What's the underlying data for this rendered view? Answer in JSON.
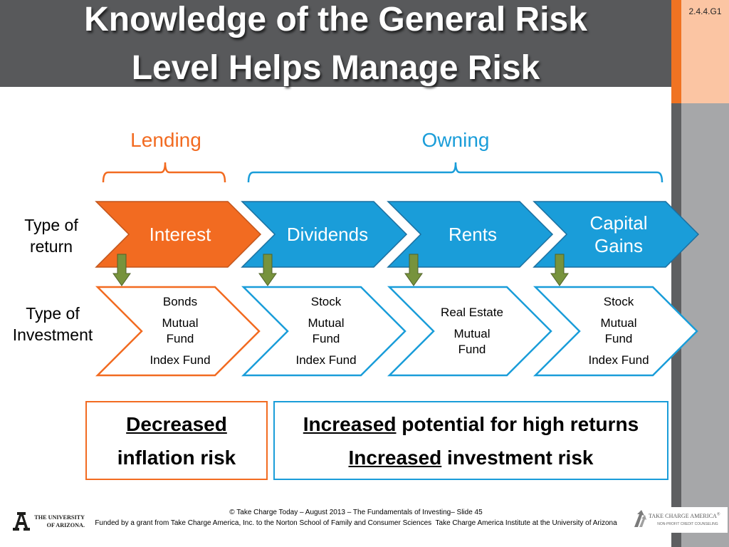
{
  "slide": {
    "code": "2.4.4.G1",
    "title_lines": [
      "Knowledge of the General Risk",
      "Level Helps Manage Risk"
    ]
  },
  "groups": {
    "lending": "Lending",
    "owning": "Owning"
  },
  "row_labels": {
    "return": "Type of return",
    "investment": "Type of Investment"
  },
  "returns": [
    "Interest",
    "Dividends",
    "Rents",
    "Capital Gains"
  ],
  "investments": [
    [
      "Bonds",
      "Mutual Fund",
      "Index Fund"
    ],
    [
      "Stock",
      "Mutual Fund",
      "Index Fund"
    ],
    [
      "Real Estate",
      "Mutual Fund"
    ],
    [
      "Stock",
      "Mutual Fund",
      "Index Fund"
    ]
  ],
  "outcomes": {
    "lending": {
      "line1_underlined": "Decreased",
      "line2": "inflation risk"
    },
    "owning": {
      "line1_underlined": "Increased",
      "line1_rest": " potential for high returns",
      "line2_underlined": "Increased",
      "line2_rest": " investment risk"
    }
  },
  "footer": {
    "copyright": "© Take Charge Today – August 2013 – The Fundamentals of Investing– Slide 45",
    "funding": "Funded by a grant from Take Charge America, Inc. to the Norton School of Family and Consumer Sciences  Take Charge America Institute at the University of Arizona"
  },
  "logos": {
    "university": {
      "line1": "THE UNIVERSITY",
      "line2": "OF ARIZONA."
    },
    "take_charge_america": {
      "name": "TAKE CHARGE AMERICA",
      "mark": "®",
      "tagline": "NON-PROFIT CREDIT COUNSELING"
    }
  },
  "icons": {
    "connector": "down-arrow-icon",
    "university_logo": "block-a-icon",
    "tca_logo": "take-charge-america-icon"
  },
  "colors": {
    "header": "#58595b",
    "lending_orange": "#f26b21",
    "owning_blue": "#1a9dd9",
    "arrow_green": "#77933c",
    "accent_peach": "#fbc5a3",
    "side_gray": "#a6a7a9"
  }
}
